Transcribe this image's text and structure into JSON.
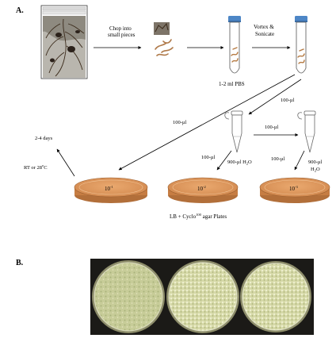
{
  "panel_a": {
    "label": "A.",
    "chop_label_1": "Chop into",
    "chop_label_2": "small pieces",
    "pbs_label": "1-2 ml PBS",
    "vortex_label_1": "Vortex &",
    "vortex_label_2": "Sonicate",
    "transfer_1": "100-µl",
    "transfer_2": "100-µl",
    "transfer_3": "100-µl",
    "transfer_4": "100-µl",
    "transfer_5": "100-µl",
    "diluent_1": "900-µl H",
    "diluent_1_sub": "2",
    "diluent_1_tail": "O",
    "diluent_2_top": "900-µl",
    "diluent_2_bottom": "H",
    "diluent_2_sub": "2",
    "diluent_2_tail": "O",
    "incubation_time": "2-4 days",
    "incubation_temp": "RT or 28",
    "incubation_temp_sup": "o",
    "incubation_temp_unit": "C",
    "plate_1_base": "10",
    "plate_1_exp": "-1",
    "plate_2_base": "10",
    "plate_2_exp": "-2",
    "plate_3_base": "10",
    "plate_3_exp": "-3",
    "plates_caption_pre": "LB + Cyclo",
    "plates_caption_sup": "100",
    "plates_caption_post": " agar Plates"
  },
  "panel_b": {
    "label": "B."
  },
  "colors": {
    "agar": "#e3a26a",
    "tube_cap": "#4d86c6",
    "photo_bg": "#1b1a17",
    "colony_plate": "#c9cf9a"
  },
  "icons": {
    "arrow": "arrow-icon",
    "tube": "falcon-tube-icon",
    "microtube": "microcentrifuge-tube-icon",
    "plate": "petri-dish-icon"
  }
}
